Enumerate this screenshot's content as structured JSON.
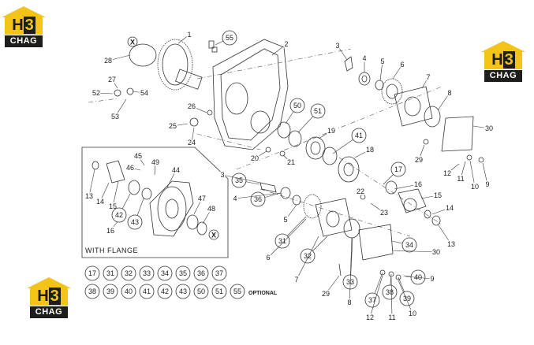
{
  "logo": {
    "mark_h": "H",
    "mark_3": "3",
    "word": "CHAG"
  },
  "diagram": {
    "with_flange_label": "WITH   FLANGE",
    "optional_label": "OPTIONAL",
    "cross_symbol": "X"
  },
  "callouts": [
    {
      "id": "1",
      "circled": false
    },
    {
      "id": "2",
      "circled": false
    },
    {
      "id": "3",
      "circled": false
    },
    {
      "id": "4",
      "circled": false
    },
    {
      "id": "5",
      "circled": false
    },
    {
      "id": "6",
      "circled": false
    },
    {
      "id": "7",
      "circled": false
    },
    {
      "id": "8",
      "circled": false
    },
    {
      "id": "9",
      "circled": false
    },
    {
      "id": "10",
      "circled": false
    },
    {
      "id": "11",
      "circled": false
    },
    {
      "id": "12",
      "circled": false
    },
    {
      "id": "13",
      "circled": false
    },
    {
      "id": "14",
      "circled": false
    },
    {
      "id": "15",
      "circled": false
    },
    {
      "id": "16",
      "circled": false
    },
    {
      "id": "17",
      "circled": true
    },
    {
      "id": "18",
      "circled": false
    },
    {
      "id": "19",
      "circled": false
    },
    {
      "id": "20",
      "circled": false
    },
    {
      "id": "21",
      "circled": false
    },
    {
      "id": "22",
      "circled": false
    },
    {
      "id": "23",
      "circled": false
    },
    {
      "id": "24",
      "circled": false
    },
    {
      "id": "25",
      "circled": false
    },
    {
      "id": "26",
      "circled": false
    },
    {
      "id": "27",
      "circled": false
    },
    {
      "id": "28",
      "circled": false
    },
    {
      "id": "29",
      "circled": false
    },
    {
      "id": "30",
      "circled": false
    },
    {
      "id": "31",
      "circled": true
    },
    {
      "id": "32",
      "circled": true
    },
    {
      "id": "33",
      "circled": true
    },
    {
      "id": "34",
      "circled": true
    },
    {
      "id": "35",
      "circled": true
    },
    {
      "id": "36",
      "circled": true
    },
    {
      "id": "37",
      "circled": true
    },
    {
      "id": "38",
      "circled": true
    },
    {
      "id": "39",
      "circled": true
    },
    {
      "id": "40",
      "circled": true
    },
    {
      "id": "41",
      "circled": true
    },
    {
      "id": "42",
      "circled": true
    },
    {
      "id": "43",
      "circled": true
    },
    {
      "id": "44",
      "circled": false
    },
    {
      "id": "45",
      "circled": false
    },
    {
      "id": "46",
      "circled": false
    },
    {
      "id": "47",
      "circled": false
    },
    {
      "id": "48",
      "circled": false
    },
    {
      "id": "49",
      "circled": false
    },
    {
      "id": "50",
      "circled": true
    },
    {
      "id": "51",
      "circled": true
    },
    {
      "id": "52",
      "circled": false
    },
    {
      "id": "53",
      "circled": false
    },
    {
      "id": "54",
      "circled": false
    },
    {
      "id": "55",
      "circled": true
    }
  ],
  "optional_legend": [
    [
      "17",
      "31",
      "32",
      "33",
      "34",
      "35",
      "36",
      "37"
    ],
    [
      "38",
      "39",
      "40",
      "41",
      "42",
      "43",
      "50",
      "51",
      "55"
    ]
  ]
}
